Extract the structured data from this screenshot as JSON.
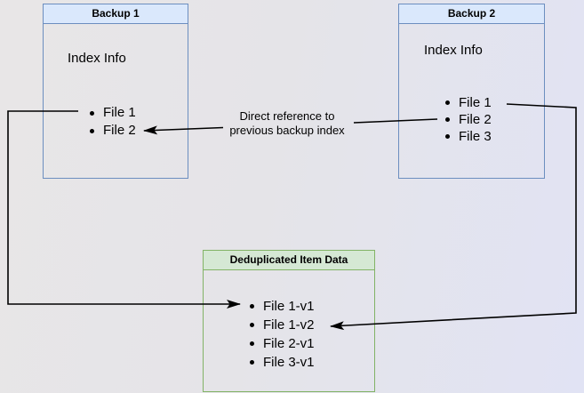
{
  "diagram": {
    "backup1": {
      "title": "Backup 1",
      "label": "Index Info",
      "items": [
        "File 1",
        "File 2"
      ]
    },
    "backup2": {
      "title": "Backup 2",
      "label": "Index Info",
      "items": [
        "File 1",
        "File 2",
        "File 3"
      ]
    },
    "dedup": {
      "title": "Deduplicated Item Data",
      "items": [
        "File 1-v1",
        "File 1-v2",
        "File 2-v1",
        "File 3-v1"
      ]
    },
    "annotation": {
      "line1": "Direct reference to",
      "line2": "previous backup index"
    },
    "colors": {
      "backup_header_fill": "#dae8fc",
      "backup_border": "#6c8ebf",
      "dedup_header_fill": "#d5e8d4",
      "dedup_border": "#82b366",
      "connector": "#000000"
    }
  }
}
